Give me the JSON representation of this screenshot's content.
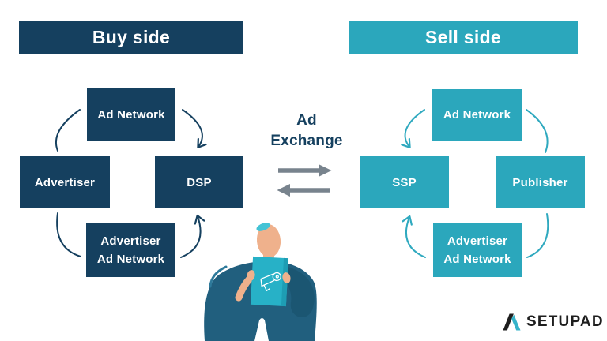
{
  "colors": {
    "navy": "#15405F",
    "teal": "#2BA7BC",
    "teal_arc": "#2FA9BF",
    "arrow_gray": "#78838D",
    "logo_black": "#1E1E1E",
    "background": "#FFFFFF"
  },
  "buy": {
    "header": "Buy side",
    "top": "Ad Network",
    "left": "Advertiser",
    "center": "DSP",
    "bottom1": "Advertiser",
    "bottom2": "Ad Network"
  },
  "sell": {
    "header": "Sell side",
    "top": "Ad Network",
    "center": "SSP",
    "right": "Publisher",
    "bottom1": "Advertiser",
    "bottom2": "Ad Network"
  },
  "exchange": {
    "line1": "Ad",
    "line2": "Exchange"
  },
  "logo": {
    "text": "SETUPAD"
  },
  "icons": {
    "exchange_arrows": "two opposing horizontal arrows (gray)",
    "cycle_arrows": "curved arcs with chevron heads pointing into DSP and SSP",
    "logo_mark": "lambda triangle, black left limb and teal right limb",
    "megaphone": "white outline megaphone drawn on teal board",
    "illustration": "man with teal hair holding teal board"
  }
}
